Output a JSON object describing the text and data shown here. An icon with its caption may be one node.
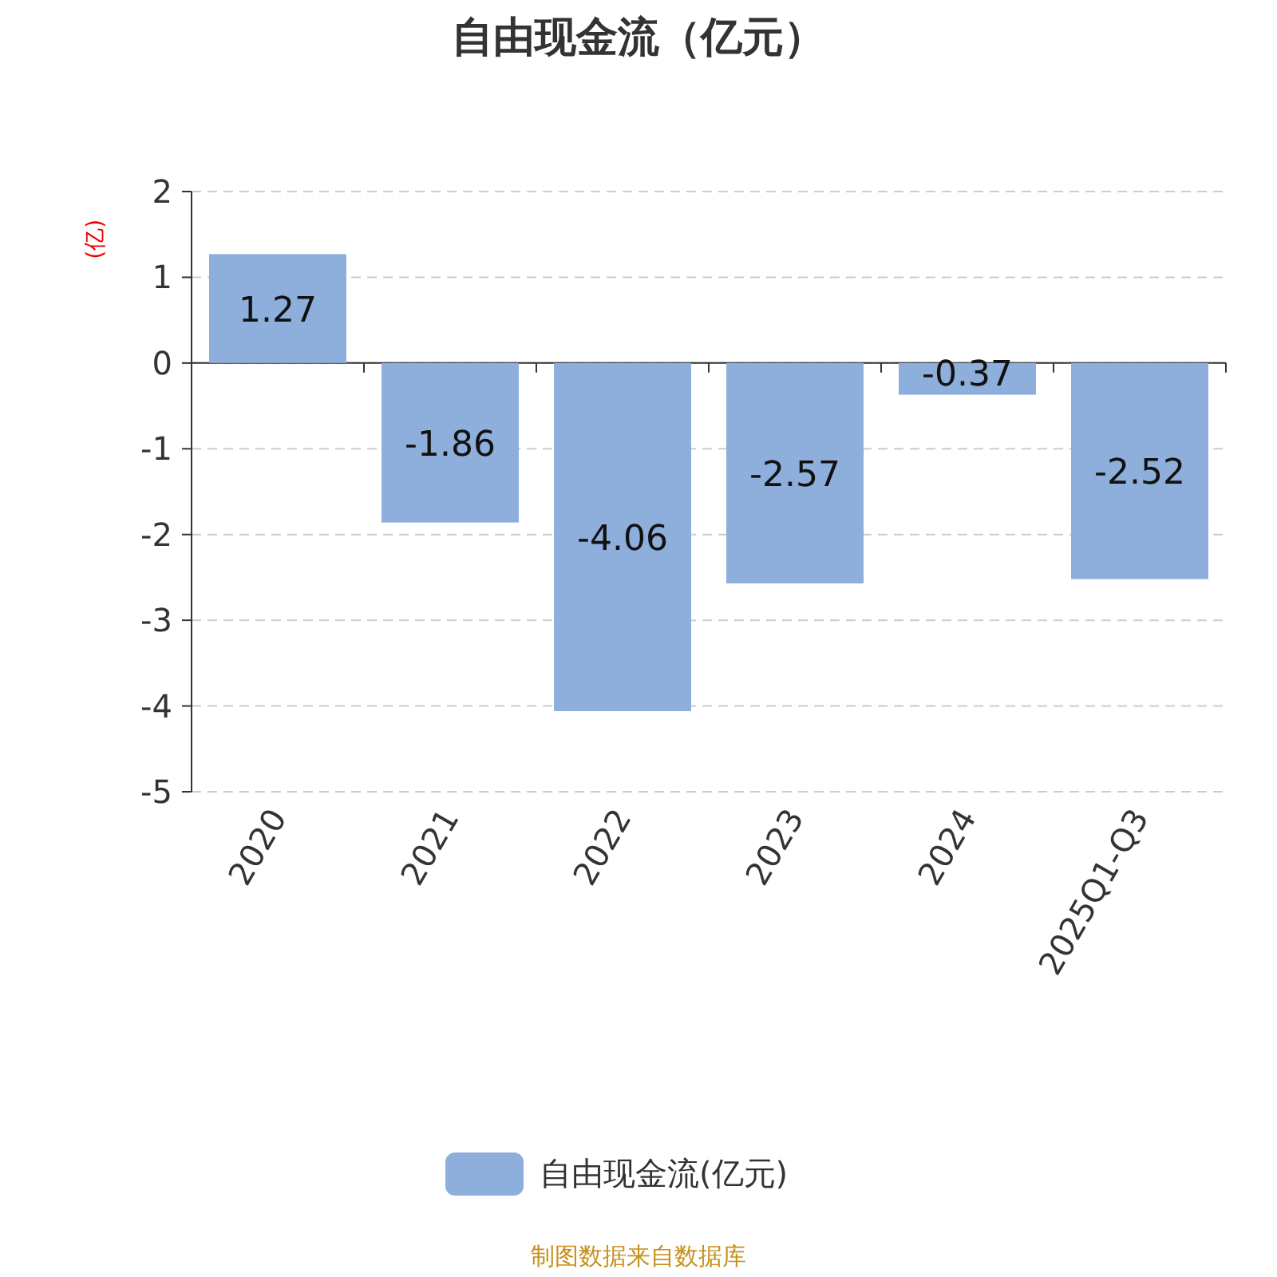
{
  "diagram": {
    "title": "自由现金流（亿元）",
    "caption": "制图数据来自数据库",
    "legend": [
      {
        "text": "自由现金流(亿元)",
        "color": "#8eaedb"
      }
    ],
    "chart_data": {
      "type": "bar",
      "ylabel": "(亿)",
      "categories": [
        "2020",
        "2021",
        "2022",
        "2023",
        "2024",
        "2025Q1-Q3"
      ],
      "series": [
        {
          "color": "#8eaedb",
          "values": [
            1.27,
            -1.86,
            -4.06,
            -2.57,
            -0.37,
            -2.52
          ]
        }
      ],
      "ylim": [
        -5,
        2
      ],
      "yticks": [
        -5,
        -4,
        -3,
        -2,
        -1,
        0,
        1,
        2
      ],
      "data_labels": true,
      "grid": true
    }
  }
}
